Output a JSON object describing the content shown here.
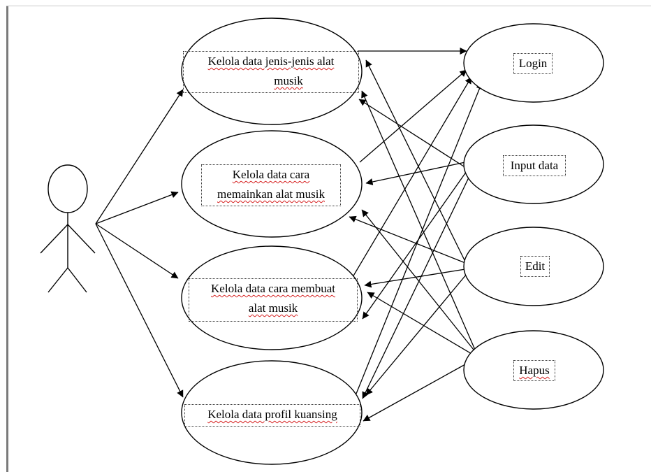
{
  "diagram": {
    "type": "use-case",
    "actor": {
      "label": ""
    },
    "primary_use_cases": [
      {
        "id": "uc1",
        "lines": [
          "Kelola data jenis-jenis  alat",
          "musik"
        ]
      },
      {
        "id": "uc2",
        "lines": [
          "Kelola  data  cara",
          "memainkan  alat musik"
        ]
      },
      {
        "id": "uc3",
        "lines": [
          "Kelola  data  cara  membuat",
          "alat  musik"
        ]
      },
      {
        "id": "uc4",
        "lines": [
          "Kelola  data  profil  kuansing"
        ]
      }
    ],
    "secondary_use_cases": [
      {
        "id": "login",
        "label": "Login"
      },
      {
        "id": "input",
        "label": "Input data"
      },
      {
        "id": "edit",
        "label": "Edit"
      },
      {
        "id": "hapus",
        "label": "Hapus"
      }
    ]
  }
}
